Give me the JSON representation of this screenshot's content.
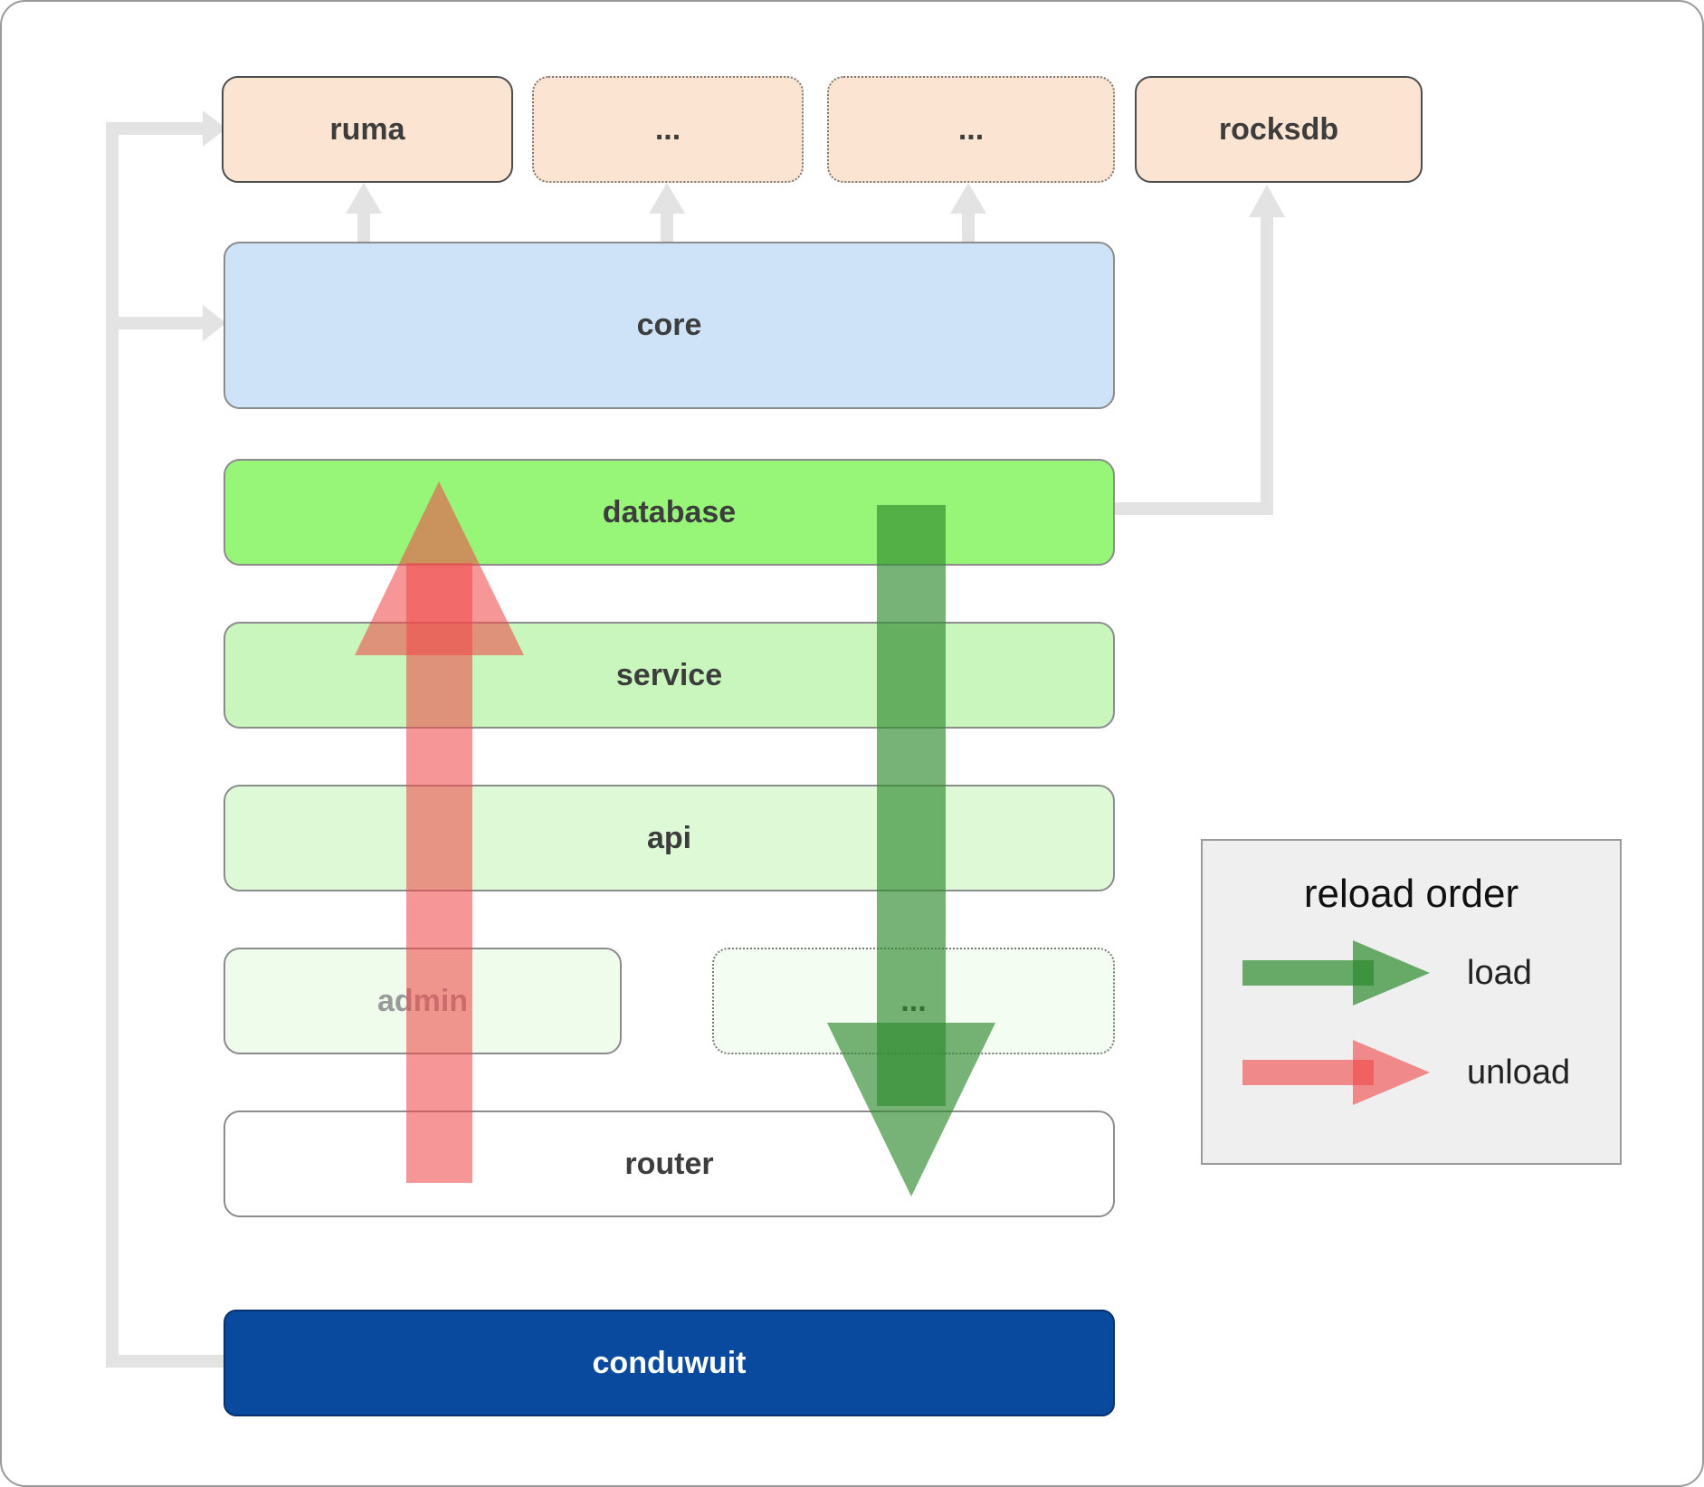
{
  "diagram": {
    "top_row": [
      {
        "label": "ruma"
      },
      {
        "label": "..."
      },
      {
        "label": "..."
      },
      {
        "label": "rocksdb"
      }
    ],
    "core": {
      "label": "core"
    },
    "database": {
      "label": "database"
    },
    "service": {
      "label": "service"
    },
    "api": {
      "label": "api"
    },
    "admin": {
      "label": "admin"
    },
    "admin_dots": {
      "label": "..."
    },
    "router": {
      "label": "router"
    },
    "conduwuit": {
      "label": "conduwuit"
    }
  },
  "legend": {
    "title": "reload order",
    "items": [
      {
        "label": "load",
        "color": "#2e8b2e"
      },
      {
        "label": "unload",
        "color": "#f04a4a"
      }
    ]
  },
  "colors": {
    "top_box_bg": "#fbe4d1",
    "core_bg": "#cfe3f8",
    "database_bg": "#97f577",
    "service_bg": "#c9f6bd",
    "api_bg": "#def9d6",
    "admin_bg": "#effcec",
    "admin_dots_bg": "#f4fdf1",
    "router_bg": "#ffffff",
    "conduwuit_bg": "#0a4a9e",
    "connector_gray": "#e3e3e3",
    "load_arrow": "#2e8b2e",
    "unload_arrow": "#f04a4a"
  }
}
